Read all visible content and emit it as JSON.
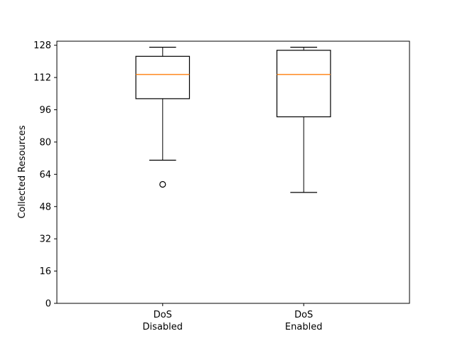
{
  "chart_data": {
    "type": "box",
    "title": "",
    "xlabel": "",
    "ylabel": "Collected Resources",
    "ylim": [
      0,
      130
    ],
    "yticks": [
      0,
      16,
      32,
      48,
      64,
      80,
      96,
      112,
      128
    ],
    "grid": false,
    "categories": [
      {
        "line1": "DoS",
        "line2": "Disabled"
      },
      {
        "line1": "DoS",
        "line2": "Enabled"
      }
    ],
    "boxes": [
      {
        "whisker_low": 71,
        "q1": 101.5,
        "median": 113.5,
        "q3": 122.5,
        "whisker_high": 127,
        "outliers": [
          59
        ]
      },
      {
        "whisker_low": 55,
        "q1": 92.5,
        "median": 113.5,
        "q3": 125.5,
        "whisker_high": 127,
        "outliers": []
      }
    ],
    "colors": {
      "box": "#000000",
      "median": "#ff7f0e",
      "outlier": "#000000"
    }
  }
}
